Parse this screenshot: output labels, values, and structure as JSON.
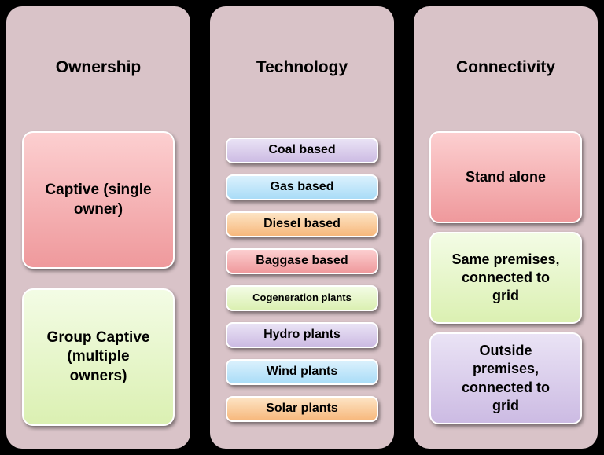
{
  "diagram": {
    "columns": [
      {
        "title": "Ownership",
        "items": [
          {
            "label": "Captive (single owner)",
            "color": "pink"
          },
          {
            "label": "Group Captive (multiple owners)",
            "color": "green"
          }
        ]
      },
      {
        "title": "Technology",
        "items": [
          {
            "label": "Coal based",
            "color": "purple"
          },
          {
            "label": "Gas based",
            "color": "blue"
          },
          {
            "label": "Diesel based",
            "color": "orange"
          },
          {
            "label": "Baggase based",
            "color": "pink"
          },
          {
            "label": "Cogeneration plants",
            "color": "green"
          },
          {
            "label": "Hydro plants",
            "color": "purple"
          },
          {
            "label": "Wind plants",
            "color": "blue"
          },
          {
            "label": "Solar plants",
            "color": "orange"
          }
        ]
      },
      {
        "title": "Connectivity",
        "items": [
          {
            "label": "Stand alone",
            "color": "pink"
          },
          {
            "label": "Same premises, connected to grid",
            "color": "green"
          },
          {
            "label": "Outside premises, connected to grid",
            "color": "purple"
          }
        ]
      }
    ]
  },
  "palette": {
    "pink": [
      "#fccfd0",
      "#ef999c"
    ],
    "green": [
      "#f3fce5",
      "#dbf0b2"
    ],
    "purple": [
      "#eae3f5",
      "#ccbbe3"
    ],
    "blue": [
      "#dbf1fd",
      "#a9dcf7"
    ],
    "orange": [
      "#fde4c4",
      "#f7b87c"
    ]
  },
  "colors": {
    "background": "#000000",
    "panel": "#d9c3c8",
    "box_border": "#ffffff"
  }
}
